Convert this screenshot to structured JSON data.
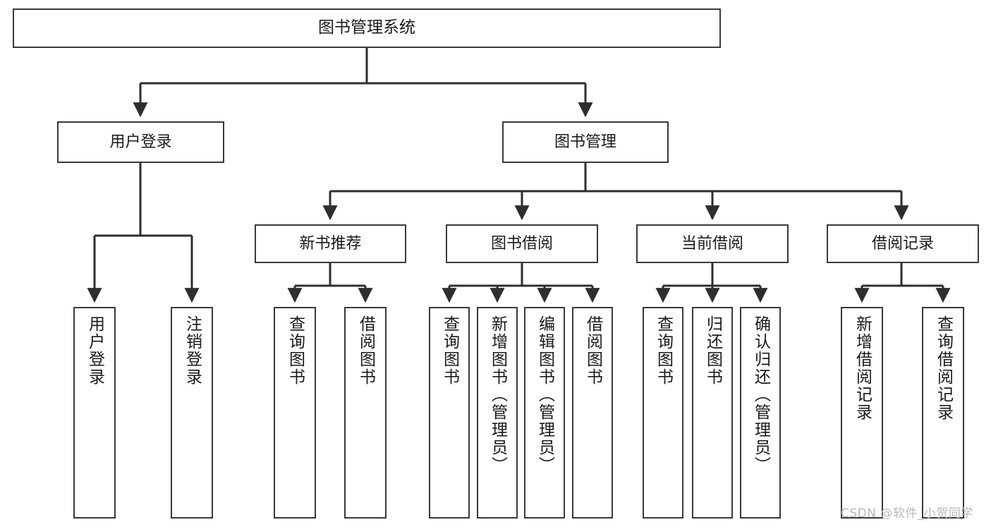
{
  "diagram": {
    "type": "tree-hierarchy-chart",
    "title": "图书管理系统",
    "watermark": "CSDN @软件_小贺同学",
    "colors": {
      "box_border": "#3a3a3a",
      "box_fill": "#ffffff",
      "connector": "#2e2e2e",
      "text": "#1a1a1a",
      "watermark": "#b9b9b9",
      "background": "#ffffff"
    },
    "levels": [
      {
        "level": 1,
        "nodes": [
          {
            "id": "root",
            "label": "图书管理系统",
            "orientation": "horizontal"
          }
        ]
      },
      {
        "level": 2,
        "nodes": [
          {
            "id": "user-login",
            "label": "用户登录",
            "orientation": "horizontal",
            "parent": "root"
          },
          {
            "id": "book-manage",
            "label": "图书管理",
            "orientation": "horizontal",
            "parent": "root"
          }
        ]
      },
      {
        "level": 3,
        "nodes": [
          {
            "id": "new-book-rec",
            "label": "新书推荐",
            "orientation": "horizontal",
            "parent": "book-manage"
          },
          {
            "id": "book-borrow",
            "label": "图书借阅",
            "orientation": "horizontal",
            "parent": "book-manage"
          },
          {
            "id": "current-borrow",
            "label": "当前借阅",
            "orientation": "horizontal",
            "parent": "book-manage"
          },
          {
            "id": "borrow-record",
            "label": "借阅记录",
            "orientation": "horizontal",
            "parent": "book-manage"
          }
        ]
      },
      {
        "level": 4,
        "nodes": [
          {
            "id": "leaf-user-login",
            "label": "用户登录",
            "orientation": "vertical",
            "parent": "user-login"
          },
          {
            "id": "leaf-logout",
            "label": "注销登录",
            "orientation": "vertical",
            "parent": "user-login"
          },
          {
            "id": "leaf-query-book-1",
            "label": "查询图书",
            "orientation": "vertical",
            "parent": "new-book-rec"
          },
          {
            "id": "leaf-borrow-book-1",
            "label": "借阅图书",
            "orientation": "vertical",
            "parent": "new-book-rec"
          },
          {
            "id": "leaf-query-book-2",
            "label": "查询图书",
            "orientation": "vertical",
            "parent": "book-borrow"
          },
          {
            "id": "leaf-add-book",
            "label": "新增图书（管理员）",
            "orientation": "vertical",
            "parent": "book-borrow"
          },
          {
            "id": "leaf-edit-book",
            "label": "编辑图书（管理员）",
            "orientation": "vertical",
            "parent": "book-borrow"
          },
          {
            "id": "leaf-borrow-book-2",
            "label": "借阅图书",
            "orientation": "vertical",
            "parent": "book-borrow"
          },
          {
            "id": "leaf-query-book-3",
            "label": "查询图书",
            "orientation": "vertical",
            "parent": "current-borrow"
          },
          {
            "id": "leaf-return-book",
            "label": "归还图书",
            "orientation": "vertical",
            "parent": "current-borrow"
          },
          {
            "id": "leaf-confirm-return",
            "label": "确认归还（管理员）",
            "orientation": "vertical",
            "parent": "current-borrow"
          },
          {
            "id": "leaf-add-record",
            "label": "新增借阅记录",
            "orientation": "vertical",
            "parent": "borrow-record"
          },
          {
            "id": "leaf-query-record",
            "label": "查询借阅记录",
            "orientation": "vertical",
            "parent": "borrow-record"
          }
        ]
      }
    ]
  }
}
